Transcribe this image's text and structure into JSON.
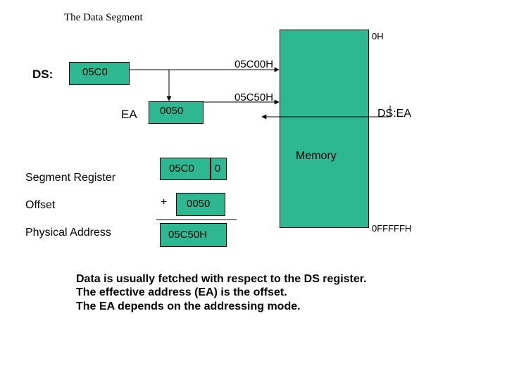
{
  "title": "The Data Segment",
  "ds_label": "DS:",
  "ds_value": "05C0",
  "ea_label": "EA",
  "ea_value": "0050",
  "memory": {
    "top_address": "0H",
    "segment_start": "05C00H",
    "data_address": "05C50H",
    "pointer_label": "DS:EA",
    "label": "Memory",
    "end_address": "0FFFFFH"
  },
  "calculation": {
    "segment_register_label": "Segment Register",
    "offset_label": "Offset",
    "physical_address_label": "Physical Address",
    "segment_value": "05C0",
    "shift_digit": "0",
    "plus_sign": "+",
    "offset_value": "0050",
    "physical_address_value": "05C50H"
  },
  "notes": [
    "Data is usually fetched with respect to the DS register.",
    "The effective address (EA) is the offset.",
    "The EA depends on the addressing mode."
  ],
  "colors": {
    "accent": "#2eb891"
  }
}
